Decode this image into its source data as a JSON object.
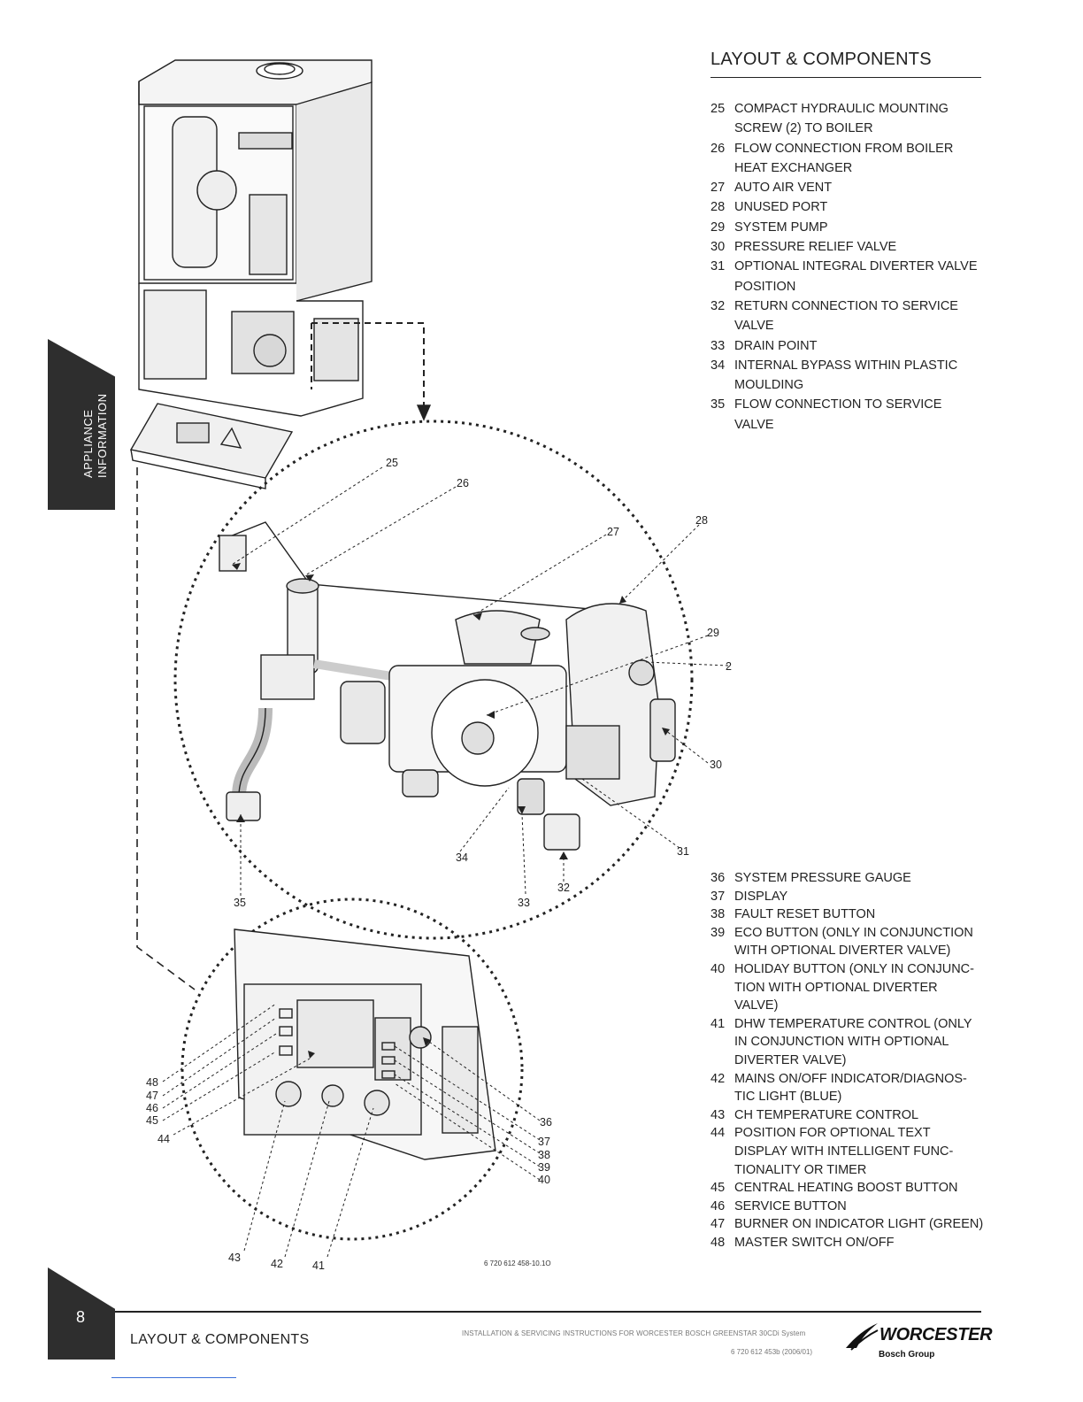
{
  "page": {
    "heading": "LAYOUT & COMPONENTS",
    "side_tab": [
      "APPLIANCE",
      "INFORMATION"
    ],
    "page_number": "8"
  },
  "components_top": [
    {
      "num": "25",
      "text": "COMPACT HYDRAULIC MOUNTING SCREW (2) TO BOILER"
    },
    {
      "num": "26",
      "text": "FLOW CONNECTION FROM BOILER HEAT EXCHANGER"
    },
    {
      "num": "27",
      "text": "AUTO AIR VENT"
    },
    {
      "num": "28",
      "text": "UNUSED PORT"
    },
    {
      "num": "29",
      "text": "SYSTEM PUMP"
    },
    {
      "num": "30",
      "text": "PRESSURE RELIEF VALVE"
    },
    {
      "num": "31",
      "text": "OPTIONAL INTEGRAL DIVERTER VALVE POSITION"
    },
    {
      "num": "32",
      "text": "RETURN CONNECTION TO  SERVICE VALVE"
    },
    {
      "num": "33",
      "text": "DRAIN POINT"
    },
    {
      "num": "34",
      "text": "INTERNAL BYPASS WITHIN  PLASTIC MOULDING"
    },
    {
      "num": "35",
      "text": "FLOW CONNECTION TO  SERVICE VALVE"
    }
  ],
  "components_bottom": [
    {
      "num": "36",
      "text": "SYSTEM PRESSURE GAUGE"
    },
    {
      "num": "37",
      "text": "DISPLAY"
    },
    {
      "num": "38",
      "text": "FAULT RESET BUTTON"
    },
    {
      "num": "39",
      "text": "ECO BUTTON (ONLY IN CONJUNCTION WITH OPTIONAL DIVERTER VALVE)"
    },
    {
      "num": "40",
      "text": "HOLIDAY BUTTON (ONLY IN CONJUNC-TION WITH OPTIONAL DIVERTER VALVE)"
    },
    {
      "num": "41",
      "text": "DHW TEMPERATURE CONTROL (ONLY IN CONJUNCTION WITH OPTIONAL DIVERTER VALVE)"
    },
    {
      "num": "42",
      "text": "MAINS ON/OFF INDICATOR/DIAGNOS-TIC LIGHT (BLUE)"
    },
    {
      "num": "43",
      "text": "CH TEMPERATURE CONTROL"
    },
    {
      "num": "44",
      "text": "POSITION FOR OPTIONAL TEXT DISPLAY WITH INTELLIGENT FUNC-TIONALITY OR TIMER"
    },
    {
      "num": "45",
      "text": "CENTRAL HEATING BOOST BUTTON"
    },
    {
      "num": "46",
      "text": "SERVICE BUTTON"
    },
    {
      "num": "47",
      "text": "BURNER ON INDICATOR LIGHT (GREEN)"
    },
    {
      "num": "48",
      "text": "MASTER SWITCH ON/OFF"
    }
  ],
  "diagram": {
    "callouts": [
      "25",
      "26",
      "27",
      "28",
      "29",
      "2",
      "30",
      "31",
      "32",
      "33",
      "34",
      "35",
      "36",
      "37",
      "38",
      "39",
      "40",
      "41",
      "42",
      "43",
      "44",
      "45",
      "46",
      "47",
      "48"
    ],
    "figure_ref": "6 720 612 458-10.1O"
  },
  "footer": {
    "title": "LAYOUT & COMPONENTS",
    "install_text": "INSTALLATION & SERVICING INSTRUCTIONS FOR WORCESTER BOSCH GREENSTAR 30CDi System",
    "doc_ref": "6 720 612 453b (2006/01)",
    "brand": "WORCESTER",
    "brand_sub": "Bosch Group"
  }
}
